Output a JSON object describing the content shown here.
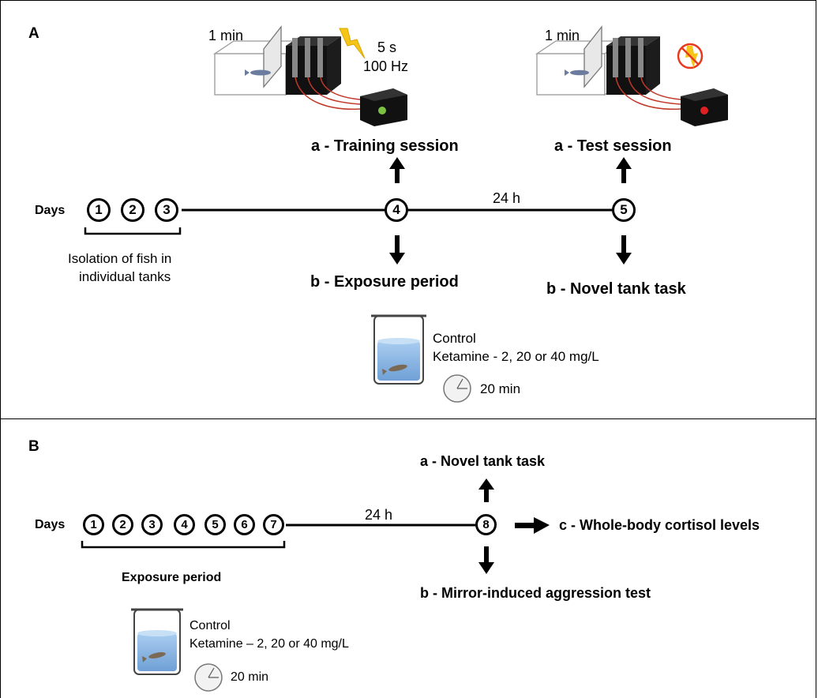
{
  "panel_a": {
    "letter": "A",
    "days_label": "Days",
    "days": [
      "1",
      "2",
      "3"
    ],
    "day4": "4",
    "day5": "5",
    "interval_label": "24 h",
    "isolation_line1": "Isolation of fish in",
    "isolation_line2": "individual tanks",
    "training": {
      "duration": "1 min",
      "shock_duration": "5 s",
      "shock_frequency": "100 Hz",
      "title": "a - Training session"
    },
    "test": {
      "duration": "1 min",
      "title": "a - Test session"
    },
    "exposure_title": "b - Exposure period",
    "novel_tank_title": "b - Novel tank task",
    "treatment": {
      "control": "Control",
      "ketamine": "Ketamine - 2, 20 or 40 mg/L",
      "time": "20 min"
    }
  },
  "panel_b": {
    "letter": "B",
    "days_label": "Days",
    "days": [
      "1",
      "2",
      "3",
      "4",
      "5",
      "6",
      "7"
    ],
    "day8": "8",
    "interval_label": "24 h",
    "exposure_label": "Exposure period",
    "novel_tank": "a - Novel tank task",
    "mirror": "b - Mirror-induced aggression test",
    "cortisol": "c - Whole-body cortisol levels",
    "treatment": {
      "control": "Control",
      "ketamine": "Ketamine – 2, 20 or 40 mg/L",
      "time": "20 min"
    }
  },
  "colors": {
    "shock_bolt": "#f5c518",
    "wire": "#c0392b",
    "water": "#8fb8e0",
    "led_green": "#7cc242",
    "led_red": "#e02020",
    "no_shock": "#e8381e"
  },
  "icons": [
    "lightning-icon",
    "no-shock-icon",
    "beaker-icon",
    "clock-icon",
    "fish-icon",
    "arrow-up-icon",
    "arrow-down-icon",
    "arrow-right-icon"
  ]
}
